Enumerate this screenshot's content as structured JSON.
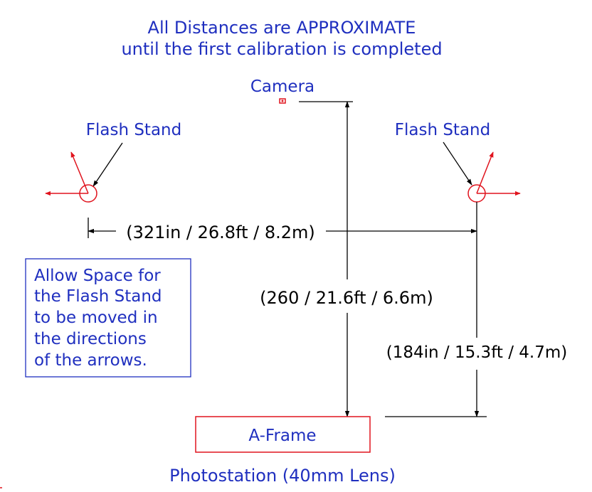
{
  "header": {
    "line1": "All Distances are APPROXIMATE",
    "line2": "until the first calibration is completed"
  },
  "labels": {
    "camera": "Camera",
    "flash_stand_left": "Flash Stand",
    "flash_stand_right": "Flash Stand",
    "a_frame": "A-Frame",
    "photostation": "Photostation (40mm Lens)"
  },
  "dimensions": {
    "horizontal": "(321in / 26.8ft / 8.2m)",
    "vertical_main": "(260 / 21.6ft / 6.6m)",
    "vertical_right": "(184in / 15.3ft / 4.7m)"
  },
  "note": {
    "lines": [
      "Allow Space for",
      "the Flash Stand",
      "to be moved in",
      "the directions",
      "of the arrows."
    ]
  },
  "colors": {
    "text_blue": "#1f2fbf",
    "line_black": "#000000",
    "accent_red": "#e0141e"
  }
}
